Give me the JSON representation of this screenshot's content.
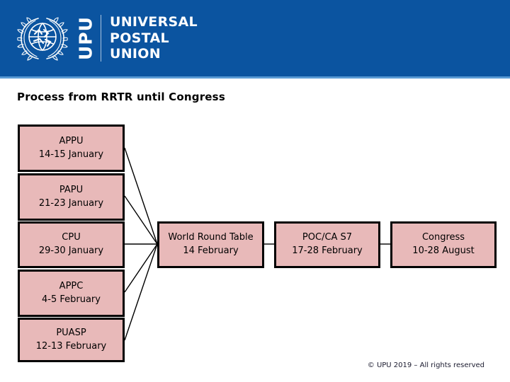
{
  "header": {
    "background_color": "#0b54a0",
    "underline_color": "#5b9bd5",
    "logo": {
      "emblem_name": "upu-globe-laurel-emblem",
      "acronym": "UPU",
      "words": [
        "UNIVERSAL",
        "POSTAL",
        "UNION"
      ]
    }
  },
  "slide": {
    "title": "Process from RRTR until Congress"
  },
  "diagram": {
    "node_fill_color": "#e8b9b9",
    "node_border_color": "#000000",
    "left_column": [
      {
        "name": "APPU",
        "dates": "14-15 January"
      },
      {
        "name": "PAPU",
        "dates": "21-23 January"
      },
      {
        "name": "CPU",
        "dates": "29-30 January"
      },
      {
        "name": "APPC",
        "dates": "4-5 February"
      },
      {
        "name": "PUASP",
        "dates": "12-13 February"
      }
    ],
    "main_row": [
      {
        "name": "World Round Table",
        "dates": "14 February"
      },
      {
        "name": "POC/CA S7",
        "dates": "17-28 February"
      },
      {
        "name": "Congress",
        "dates": "10-28 August"
      }
    ]
  },
  "footer": {
    "copyright": "© UPU 2019 – All rights reserved"
  }
}
